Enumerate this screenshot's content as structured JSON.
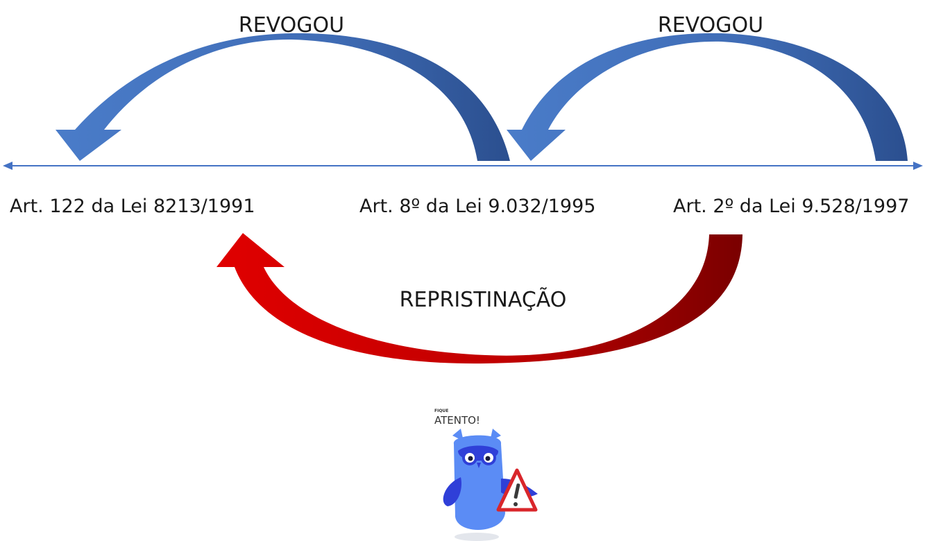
{
  "diagram": {
    "arrows": {
      "left_revoke_label": "REVOGOU",
      "right_revoke_label": "REVOGOU",
      "repristination_label": "REPRISTINAÇÃO"
    },
    "timeline": {
      "laws": [
        "Art. 122 da Lei 8213/1991",
        "Art. 8º da Lei 9.032/1995",
        "Art. 2º da Lei 9.528/1997"
      ]
    },
    "mascot": {
      "small_text": "FIQUE",
      "big_text": "ATENTO!",
      "icon": "owl-mascot-icon",
      "warning_icon": "warning-triangle-icon"
    }
  },
  "colors": {
    "revoke_arrow": "#3f6cb5",
    "revoke_arrow_dark": "#2f5597",
    "repristination_arrow": "#c00000",
    "repristination_arrow_dark": "#8b0000",
    "timeline": "#4472c4",
    "owl_body": "#5b8cf5",
    "owl_accent": "#2f3fd8",
    "warning_red": "#d9262b"
  }
}
